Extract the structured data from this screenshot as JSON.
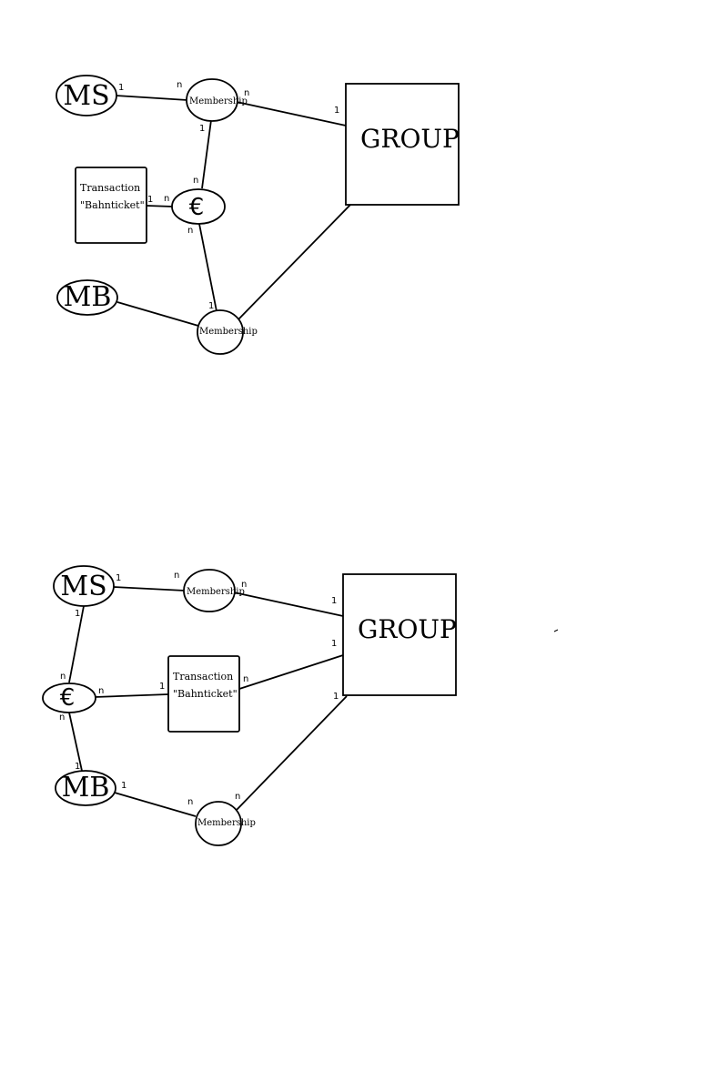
{
  "diagram1": {
    "ms": "MS",
    "mb": "MB",
    "group": "GROUP",
    "euro": "€",
    "membership_top": "Membership",
    "membership_bottom": "Membership",
    "transaction_line1": "Transaction",
    "transaction_line2": "\"Bahnticket\"",
    "cards": {
      "ms_to_membership_ms_side": "1",
      "ms_to_membership_mem_side": "n",
      "membership_to_group_mem_side": "n",
      "membership_to_group_group_side": "1",
      "euro_to_membership_mem_side": "1",
      "euro_top": "n",
      "transaction_side": "1",
      "euro_left": "n",
      "euro_bottom": "n",
      "membership_bottom_top": "1"
    }
  },
  "diagram2": {
    "ms": "MS",
    "mb": "MB",
    "group": "GROUP",
    "euro": "€",
    "membership_top": "Membership",
    "membership_bottom": "Membership",
    "transaction_line1": "Transaction",
    "transaction_line2": "\"Bahnticket\"",
    "cards": {
      "ms_right": "1",
      "membership_top_left": "n",
      "membership_top_right": "n",
      "group_top": "1",
      "group_mid": "1",
      "transaction_right": "n",
      "group_bottom": "1",
      "ms_bottom": "1",
      "euro_top": "n",
      "euro_right": "n",
      "transaction_left": "1",
      "euro_bottom": "n",
      "mb_top": "1",
      "mb_right": "1",
      "membership_bottom_left": "n",
      "membership_bottom_right": "n"
    }
  }
}
